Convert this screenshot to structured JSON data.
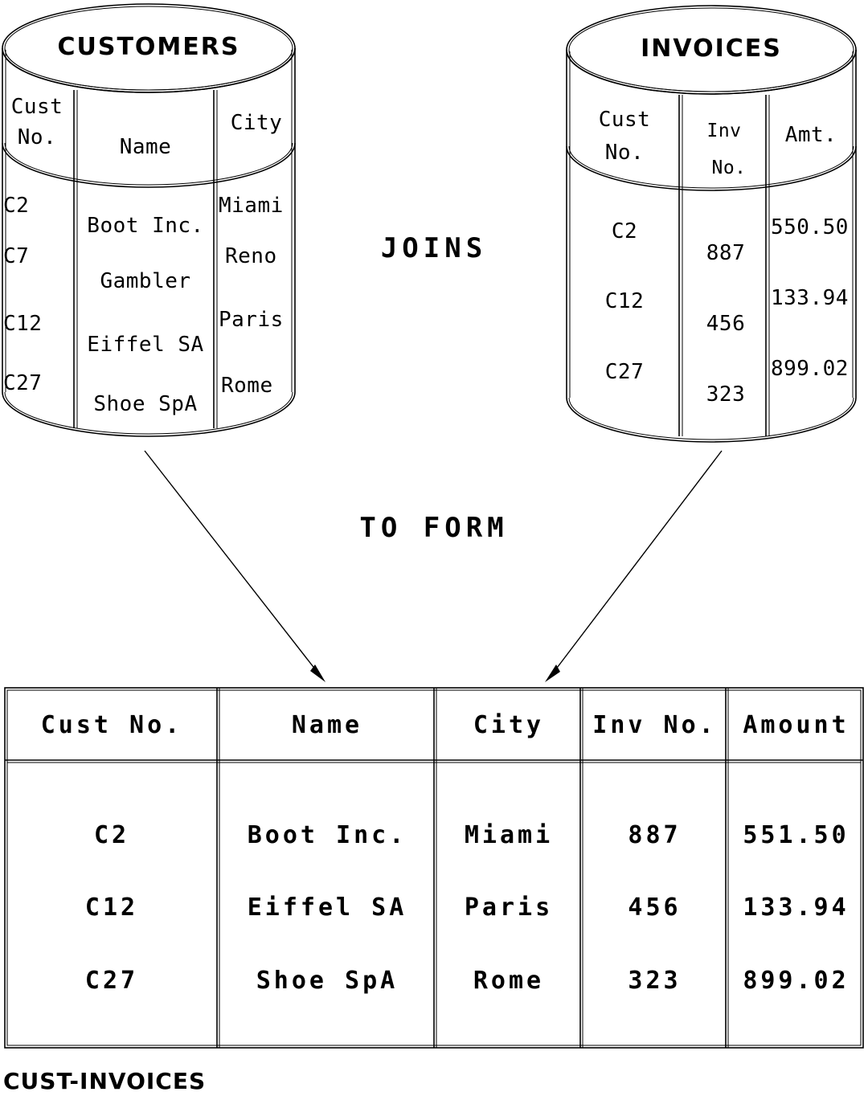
{
  "diagram": {
    "caption_joins": "JOINS",
    "caption_to_form": "TO FORM",
    "bottom_label": "CUST-INVOICES",
    "stroke_color": "#000000",
    "background_color": "#ffffff"
  },
  "customers": {
    "title": "CUSTOMERS",
    "headers": {
      "col1_line1": "Cust",
      "col1_line2": "No.",
      "col2": "Name",
      "col3": "City"
    },
    "rows": [
      {
        "cust_no": "C2",
        "name": "Boot Inc.",
        "city": "Miami"
      },
      {
        "cust_no": "C7",
        "name": "Gambler",
        "city": "Reno"
      },
      {
        "cust_no": "C12",
        "name": "Eiffel SA",
        "city": "Paris"
      },
      {
        "cust_no": "C27",
        "name": "Shoe SpA",
        "city": "Rome"
      }
    ]
  },
  "invoices": {
    "title": "INVOICES",
    "headers": {
      "col1_line1": "Cust",
      "col1_line2": "No.",
      "col2_line1": "Inv",
      "col2_line2": "No.",
      "col3": "Amt."
    },
    "rows": [
      {
        "cust_no": "C2",
        "inv_no": "887",
        "amt": "550.50"
      },
      {
        "cust_no": "C12",
        "inv_no": "456",
        "amt": "133.94"
      },
      {
        "cust_no": "C27",
        "inv_no": "323",
        "amt": "899.02"
      }
    ]
  },
  "result_table": {
    "headers": [
      "Cust No.",
      "Name",
      "City",
      "Inv No.",
      "Amount"
    ],
    "rows": [
      [
        "C2",
        "Boot Inc.",
        "Miami",
        "887",
        "551.50"
      ],
      [
        "C12",
        "Eiffel SA",
        "Paris",
        "456",
        "133.94"
      ],
      [
        "C27",
        "Shoe SpA",
        "Rome",
        "323",
        "899.02"
      ]
    ]
  }
}
